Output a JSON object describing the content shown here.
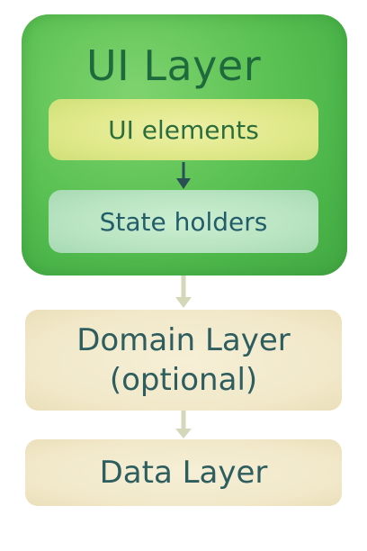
{
  "diagram": {
    "ui_layer": {
      "title": "UI Layer",
      "color": "#5cc254",
      "ui_elements_label": "UI elements",
      "state_holders_label": "State holders"
    },
    "domain_layer": {
      "line1": "Domain Layer",
      "line2": "(optional)",
      "color": "#f1e8c9"
    },
    "data_layer": {
      "label": "Data Layer",
      "color": "#f1e8c9"
    },
    "arrows": [
      {
        "from": "ui_elements",
        "to": "state_holders",
        "color": "#2a4f55"
      },
      {
        "from": "ui_layer",
        "to": "domain_layer",
        "color": "#d4d7b8"
      },
      {
        "from": "domain_layer",
        "to": "data_layer",
        "color": "#d4d7b8"
      }
    ]
  }
}
